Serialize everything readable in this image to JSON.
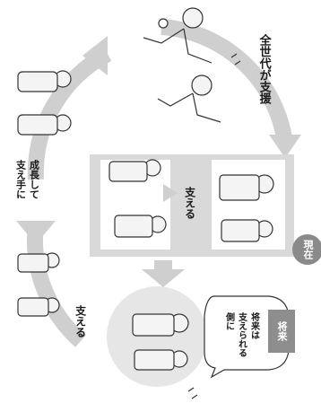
{
  "labels": {
    "support_all": "全世代が支援",
    "grow_line1": "成長して",
    "grow_line2": "支え手に",
    "sasaeru_top": "支える",
    "sasaeru_bottom": "支える",
    "present": "現在",
    "future": "将来",
    "future_note_line1": "将来は",
    "future_note_line2": "支えられる",
    "future_note_line3": "側に"
  },
  "colors": {
    "arrow": "#cfcfcf",
    "panel": "#d9d9d9",
    "badge": "#8a8a8a",
    "figure_fill": "#f4f4f4",
    "figure_stroke": "#333333"
  }
}
